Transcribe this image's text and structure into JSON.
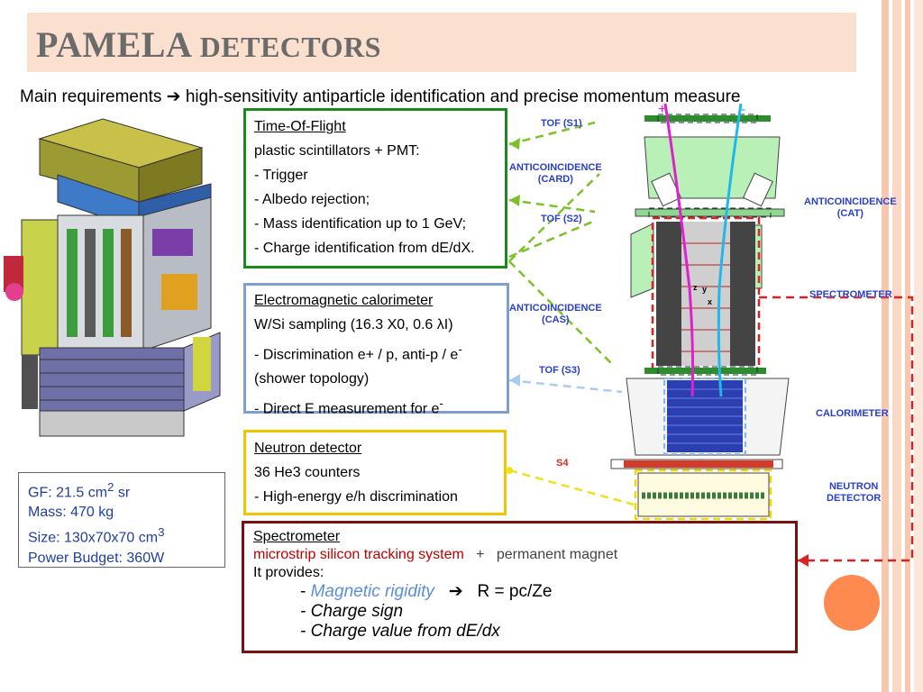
{
  "slide": {
    "title_main": "PAMELA ",
    "title_rest": "DETECTORS",
    "subtitle": "Main requirements ➔ high-sensitivity antiparticle identification and precise momentum measure"
  },
  "tof_box": {
    "header": "Time-Of-Flight",
    "subheader": "plastic scintillators + PMT:",
    "items": [
      "- Trigger",
      "- Albedo rejection;",
      "- Mass identification up to 1 GeV;",
      "- Charge identification from dE/dX."
    ]
  },
  "emc_box": {
    "header": "Electromagnetic calorimeter",
    "subheader": "W/Si sampling (16.3 X0, 0.6 λI)",
    "item1_pre": "- Discrimination e+ / p,  anti-p / e",
    "item1_sup": "-",
    "item2": " (shower topology)",
    "item3_pre": "- Direct E measurement for e",
    "item3_sup": "-"
  },
  "neutron_box": {
    "header": "Neutron detector",
    "subheader": "36 He3 counters",
    "item": "- High-energy e/h discrimination"
  },
  "spec_box": {
    "header": "Spectrometer",
    "subheader_red": "microstrip silicon tracking system",
    "plus": "+",
    "subheader_gray": "permanent magnet",
    "provides": "It provides:",
    "dash1": "- ",
    "item1_ital": "Magnetic rigidity",
    "arrow": "➔",
    "item1_rest": "R = pc/Ze",
    "item2": "- Charge sign",
    "item3": "- Charge value from dE/dx"
  },
  "specs_box": {
    "gf_pre": "GF: 21.5 cm",
    "gf_sup": "2",
    "gf_post": " sr",
    "mass": "Mass: 470 kg",
    "size_pre": "Size: 130x70x70 cm",
    "size_sup": "3",
    "power": "Power Budget: 360W"
  },
  "diagram_labels": {
    "tof_s1": "TOF (S1)",
    "card_1": "ANTICOINCIDENCE",
    "card_2": "(CARD)",
    "tof_s2": "TOF (S2)",
    "cat_1": "ANTICOINCIDENCE",
    "cat_2": "(CAT)",
    "spectrometer": "SPECTROMETER",
    "cas_1": "ANTICOINCIDENCE",
    "cas_2": "(CAS)",
    "tof_s3": "TOF (S3)",
    "calorimeter": "CALORIMETER",
    "s4": "S4",
    "neutron_1": "NEUTRON",
    "neutron_2": "DETECTOR",
    "plus_sign": "+",
    "minus_sign": "-",
    "axis_z": "z",
    "axis_y": "y",
    "axis_x": "x"
  },
  "colors": {
    "title_bg": "#fbe0d0",
    "tof_border": "#1a8a1a",
    "emc_border": "#7d9fd2",
    "neutron_border": "#f0c400",
    "spec_border": "#7a1010",
    "label_blue": "#2a40c8",
    "accent_orange": "#ff8a50"
  }
}
